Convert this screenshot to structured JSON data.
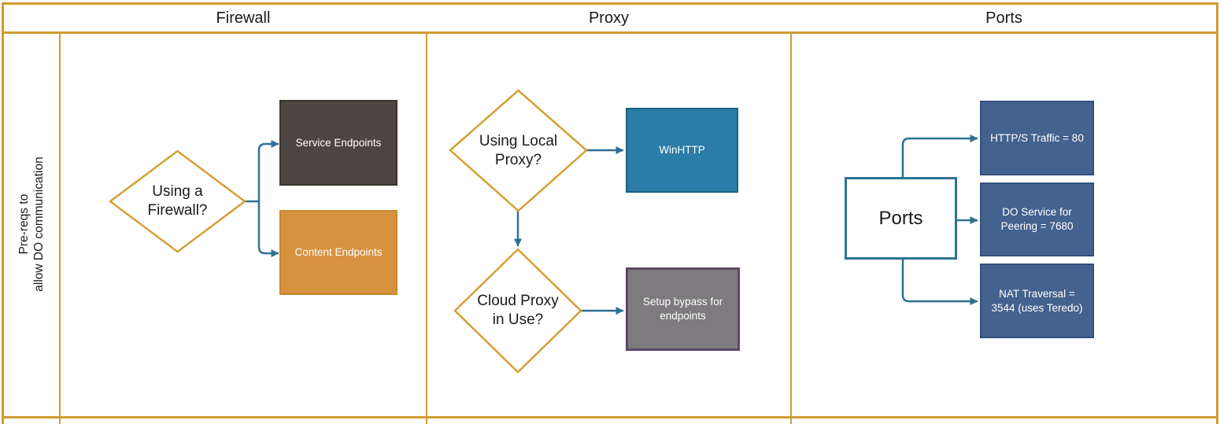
{
  "colors": {
    "grid_gold": "#D09B30",
    "diamond_gold": "#D4A035",
    "connector_teal": "#2E7093",
    "service_box_fill": "#4C4540",
    "service_box_border": "#3A352F",
    "content_box_fill": "#D6923F",
    "content_box_border": "#C7862F",
    "winhttp_box_fill": "#2B7CA6",
    "winhttp_box_border": "#1F637F",
    "bypass_box_fill": "#7E7B7E",
    "bypass_box_border": "#5D4767",
    "ports_box_border": "#2E7296",
    "port_item_fill": "#44628E",
    "port_item_border": "#31517E",
    "text_dark": "#1A1A1A",
    "text_light": "#FFFFFF"
  },
  "header": {
    "columns": [
      {
        "label": "Firewall"
      },
      {
        "label": "Proxy"
      },
      {
        "label": "Ports"
      }
    ]
  },
  "sidebar": {
    "label": "Pre-reqs to\nallow DO communication"
  },
  "firewall": {
    "decision_label": "Using a\nFirewall?",
    "service_endpoints_label": "Service Endpoints",
    "content_endpoints_label": "Content Endpoints"
  },
  "proxy": {
    "local_proxy_decision_label": "Using Local\nProxy?",
    "winhttp_label": "WinHTTP",
    "cloud_proxy_decision_label": "Cloud Proxy\nin Use?",
    "bypass_label": "Setup bypass for\nendpoints"
  },
  "ports": {
    "source_label": "Ports",
    "items": [
      {
        "label": "HTTP/S Traffic = 80"
      },
      {
        "label": "DO Service for\nPeering = 7680"
      },
      {
        "label": "NAT Traversal =\n3544 (uses Teredo)"
      }
    ]
  }
}
